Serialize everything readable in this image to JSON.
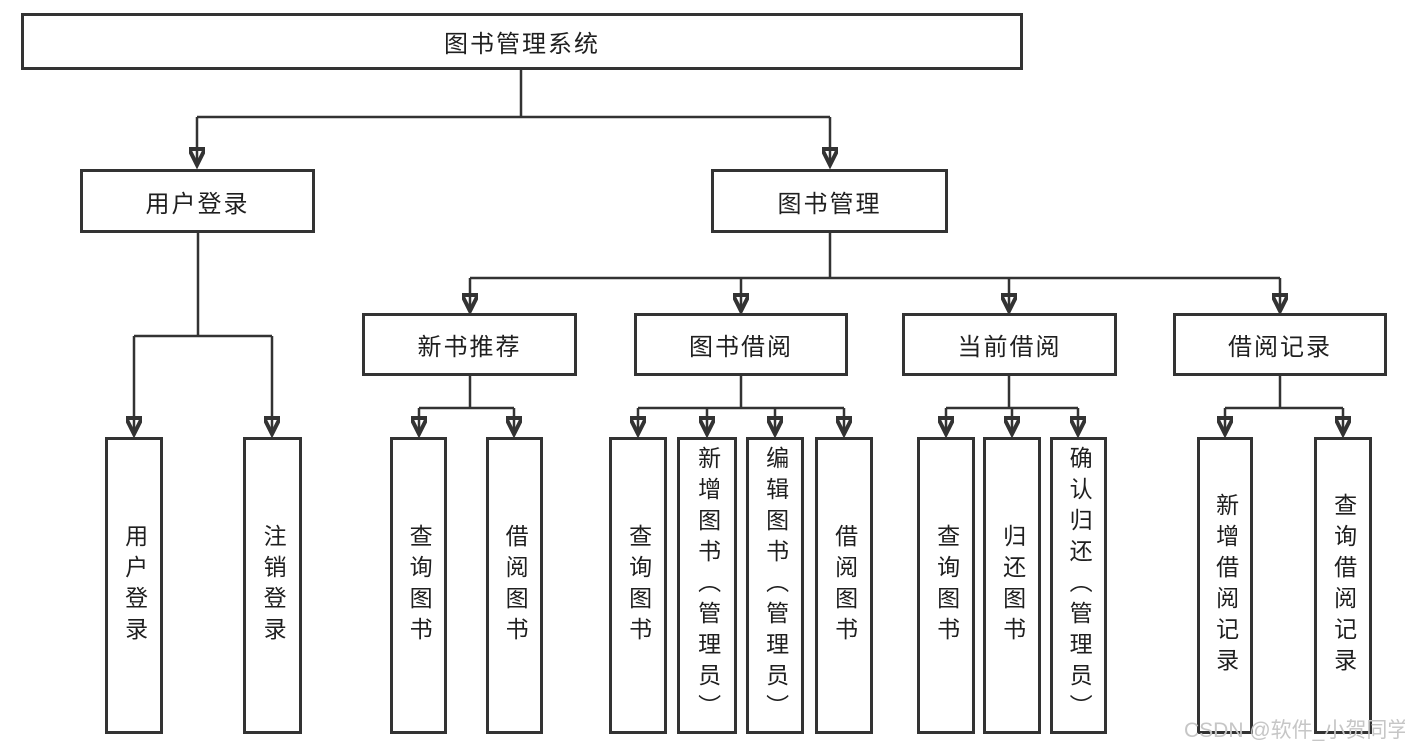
{
  "diagram": {
    "root": {
      "label": "图书管理系统"
    },
    "branches": [
      {
        "label": "用户登录",
        "children": [
          {
            "label": "用户登录"
          },
          {
            "label": "注销登录"
          }
        ]
      },
      {
        "label": "图书管理",
        "children": [
          {
            "label": "新书推荐",
            "children": [
              {
                "label": "查询图书"
              },
              {
                "label": "借阅图书"
              }
            ]
          },
          {
            "label": "图书借阅",
            "children": [
              {
                "label": "查询图书"
              },
              {
                "label": "新增图书（管理员）"
              },
              {
                "label": "编辑图书（管理员）"
              },
              {
                "label": "借阅图书"
              }
            ]
          },
          {
            "label": "当前借阅",
            "children": [
              {
                "label": "查询图书"
              },
              {
                "label": "归还图书"
              },
              {
                "label": "确认归还（管理员）"
              }
            ]
          },
          {
            "label": "借阅记录",
            "children": [
              {
                "label": "新增借阅记录"
              },
              {
                "label": "查询借阅记录"
              }
            ]
          }
        ]
      }
    ]
  },
  "watermark": {
    "text": "CSDN @软件_小贺同学"
  },
  "colors": {
    "line": "#333333",
    "text": "#1f1f1f",
    "background": "#ffffff",
    "watermark": "#c6c6c6"
  }
}
